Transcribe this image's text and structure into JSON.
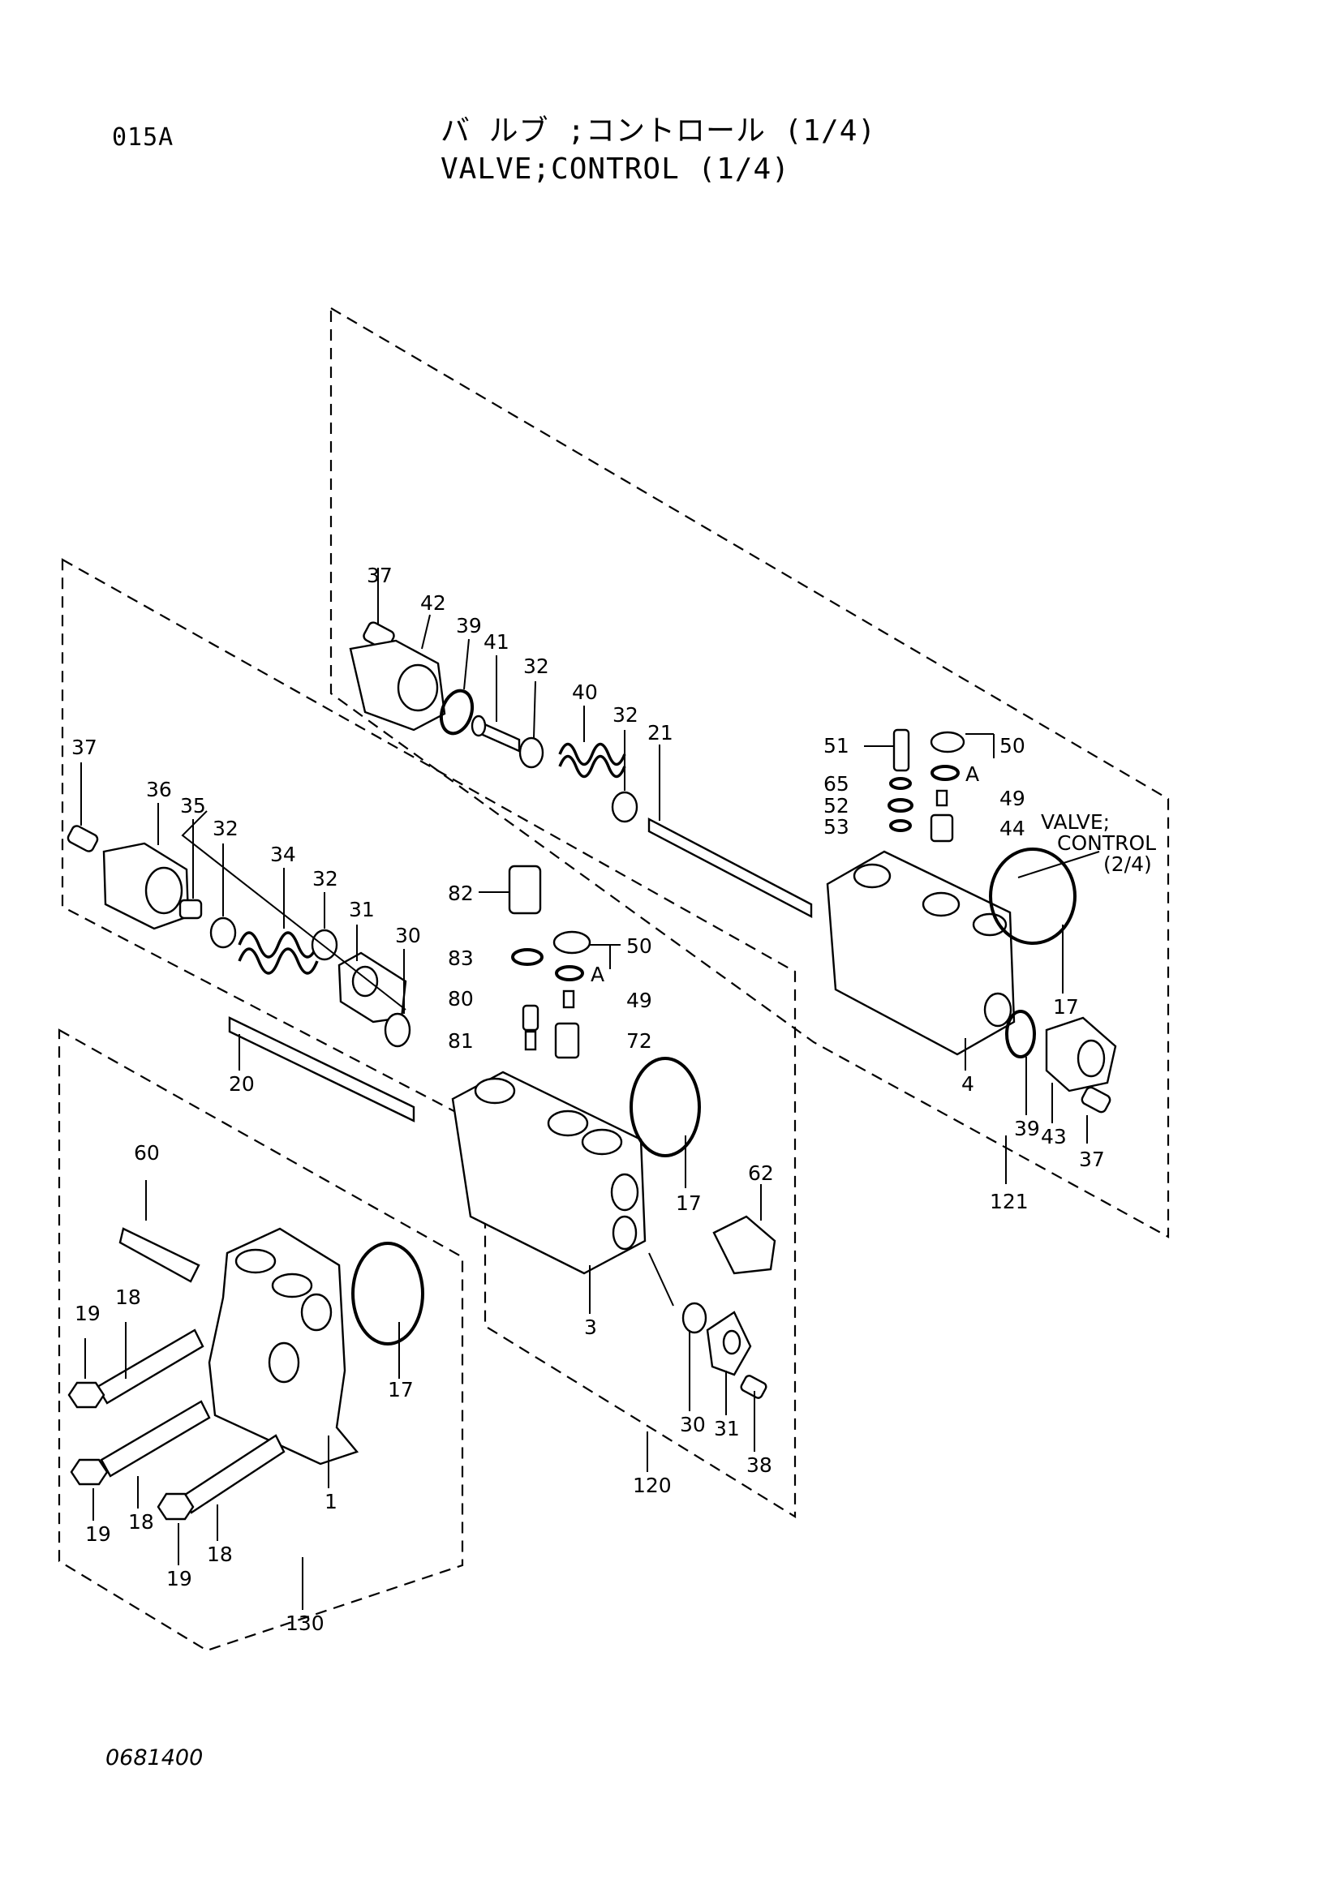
{
  "header": {
    "page_code": "015A",
    "title_jp": "バ ルブ ;コントロール (1/4)",
    "title_en": "VALVE;CONTROL (1/4)"
  },
  "footer": {
    "doc_number": "0681400"
  },
  "callouts": {
    "c37a": "37",
    "c42": "42",
    "c39a": "39",
    "c41": "41",
    "c32a": "32",
    "c40": "40",
    "c32b": "32",
    "c21": "21",
    "c51": "51",
    "c50a": "50",
    "c65": "65",
    "c52": "52",
    "c53": "53",
    "c49a": "49",
    "c44": "44",
    "c4": "4",
    "c17a": "17",
    "c39b": "39",
    "c43": "43",
    "c37b": "37",
    "c121": "121",
    "c37c": "37",
    "c36": "36",
    "c35": "35",
    "c32c": "32",
    "c34": "34",
    "c32d": "32",
    "c31a": "31",
    "c30a": "30",
    "c20": "20",
    "c82": "82",
    "c83": "83",
    "c50b": "50",
    "c80": "80",
    "c49b": "49",
    "c81": "81",
    "c72": "72",
    "c17b": "17",
    "c62": "62",
    "c3": "3",
    "c30b": "30",
    "c31b": "31",
    "c38": "38",
    "c120": "120",
    "c60": "60",
    "c18a": "18",
    "c19a": "19",
    "c18b": "18",
    "c19b": "19",
    "c18c": "18",
    "c19c": "19",
    "c17c": "17",
    "c1": "1",
    "c130": "130",
    "arrowA1": "A",
    "arrowA2": "A"
  },
  "cross_ref": {
    "line1": "VALVE;",
    "line2": "CONTROL",
    "line3": "(2/4)"
  }
}
